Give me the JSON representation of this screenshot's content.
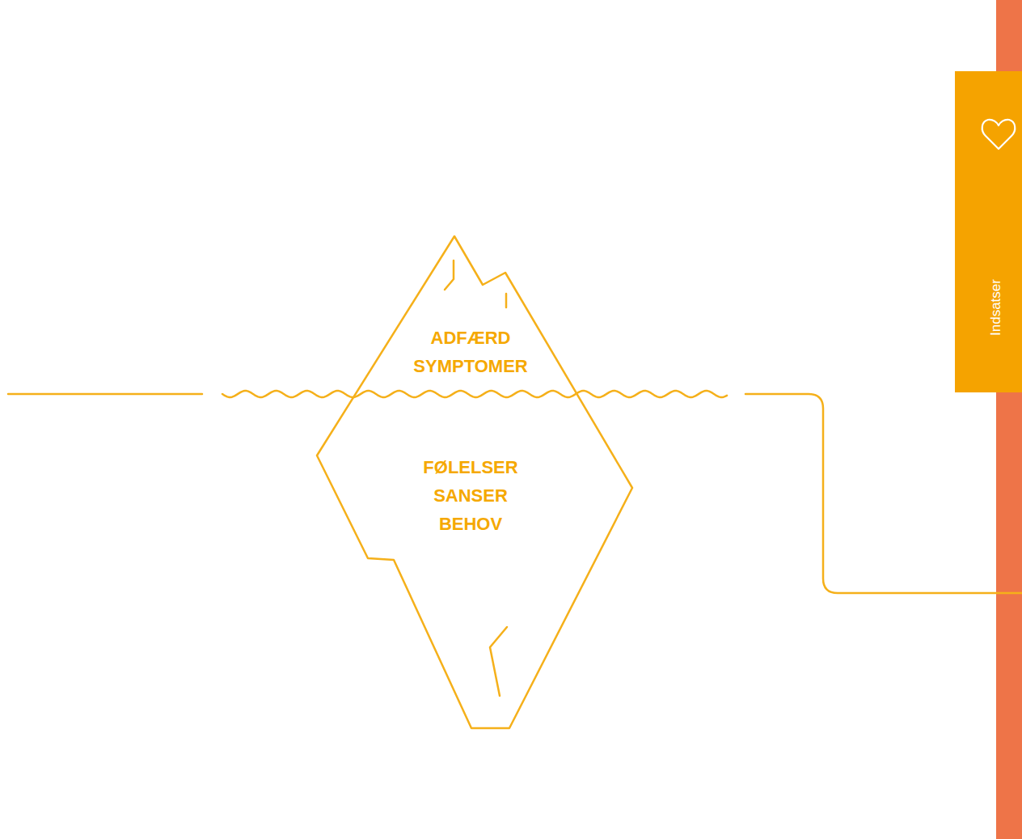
{
  "diagram": {
    "nodes": [
      {
        "text": [
          "ADFÆRD SYMPTOMER",
          "FØLELSER SANSER BEHOV"
        ]
      },
      {
        "text": [
          "Indsatser"
        ]
      }
    ]
  }
}
